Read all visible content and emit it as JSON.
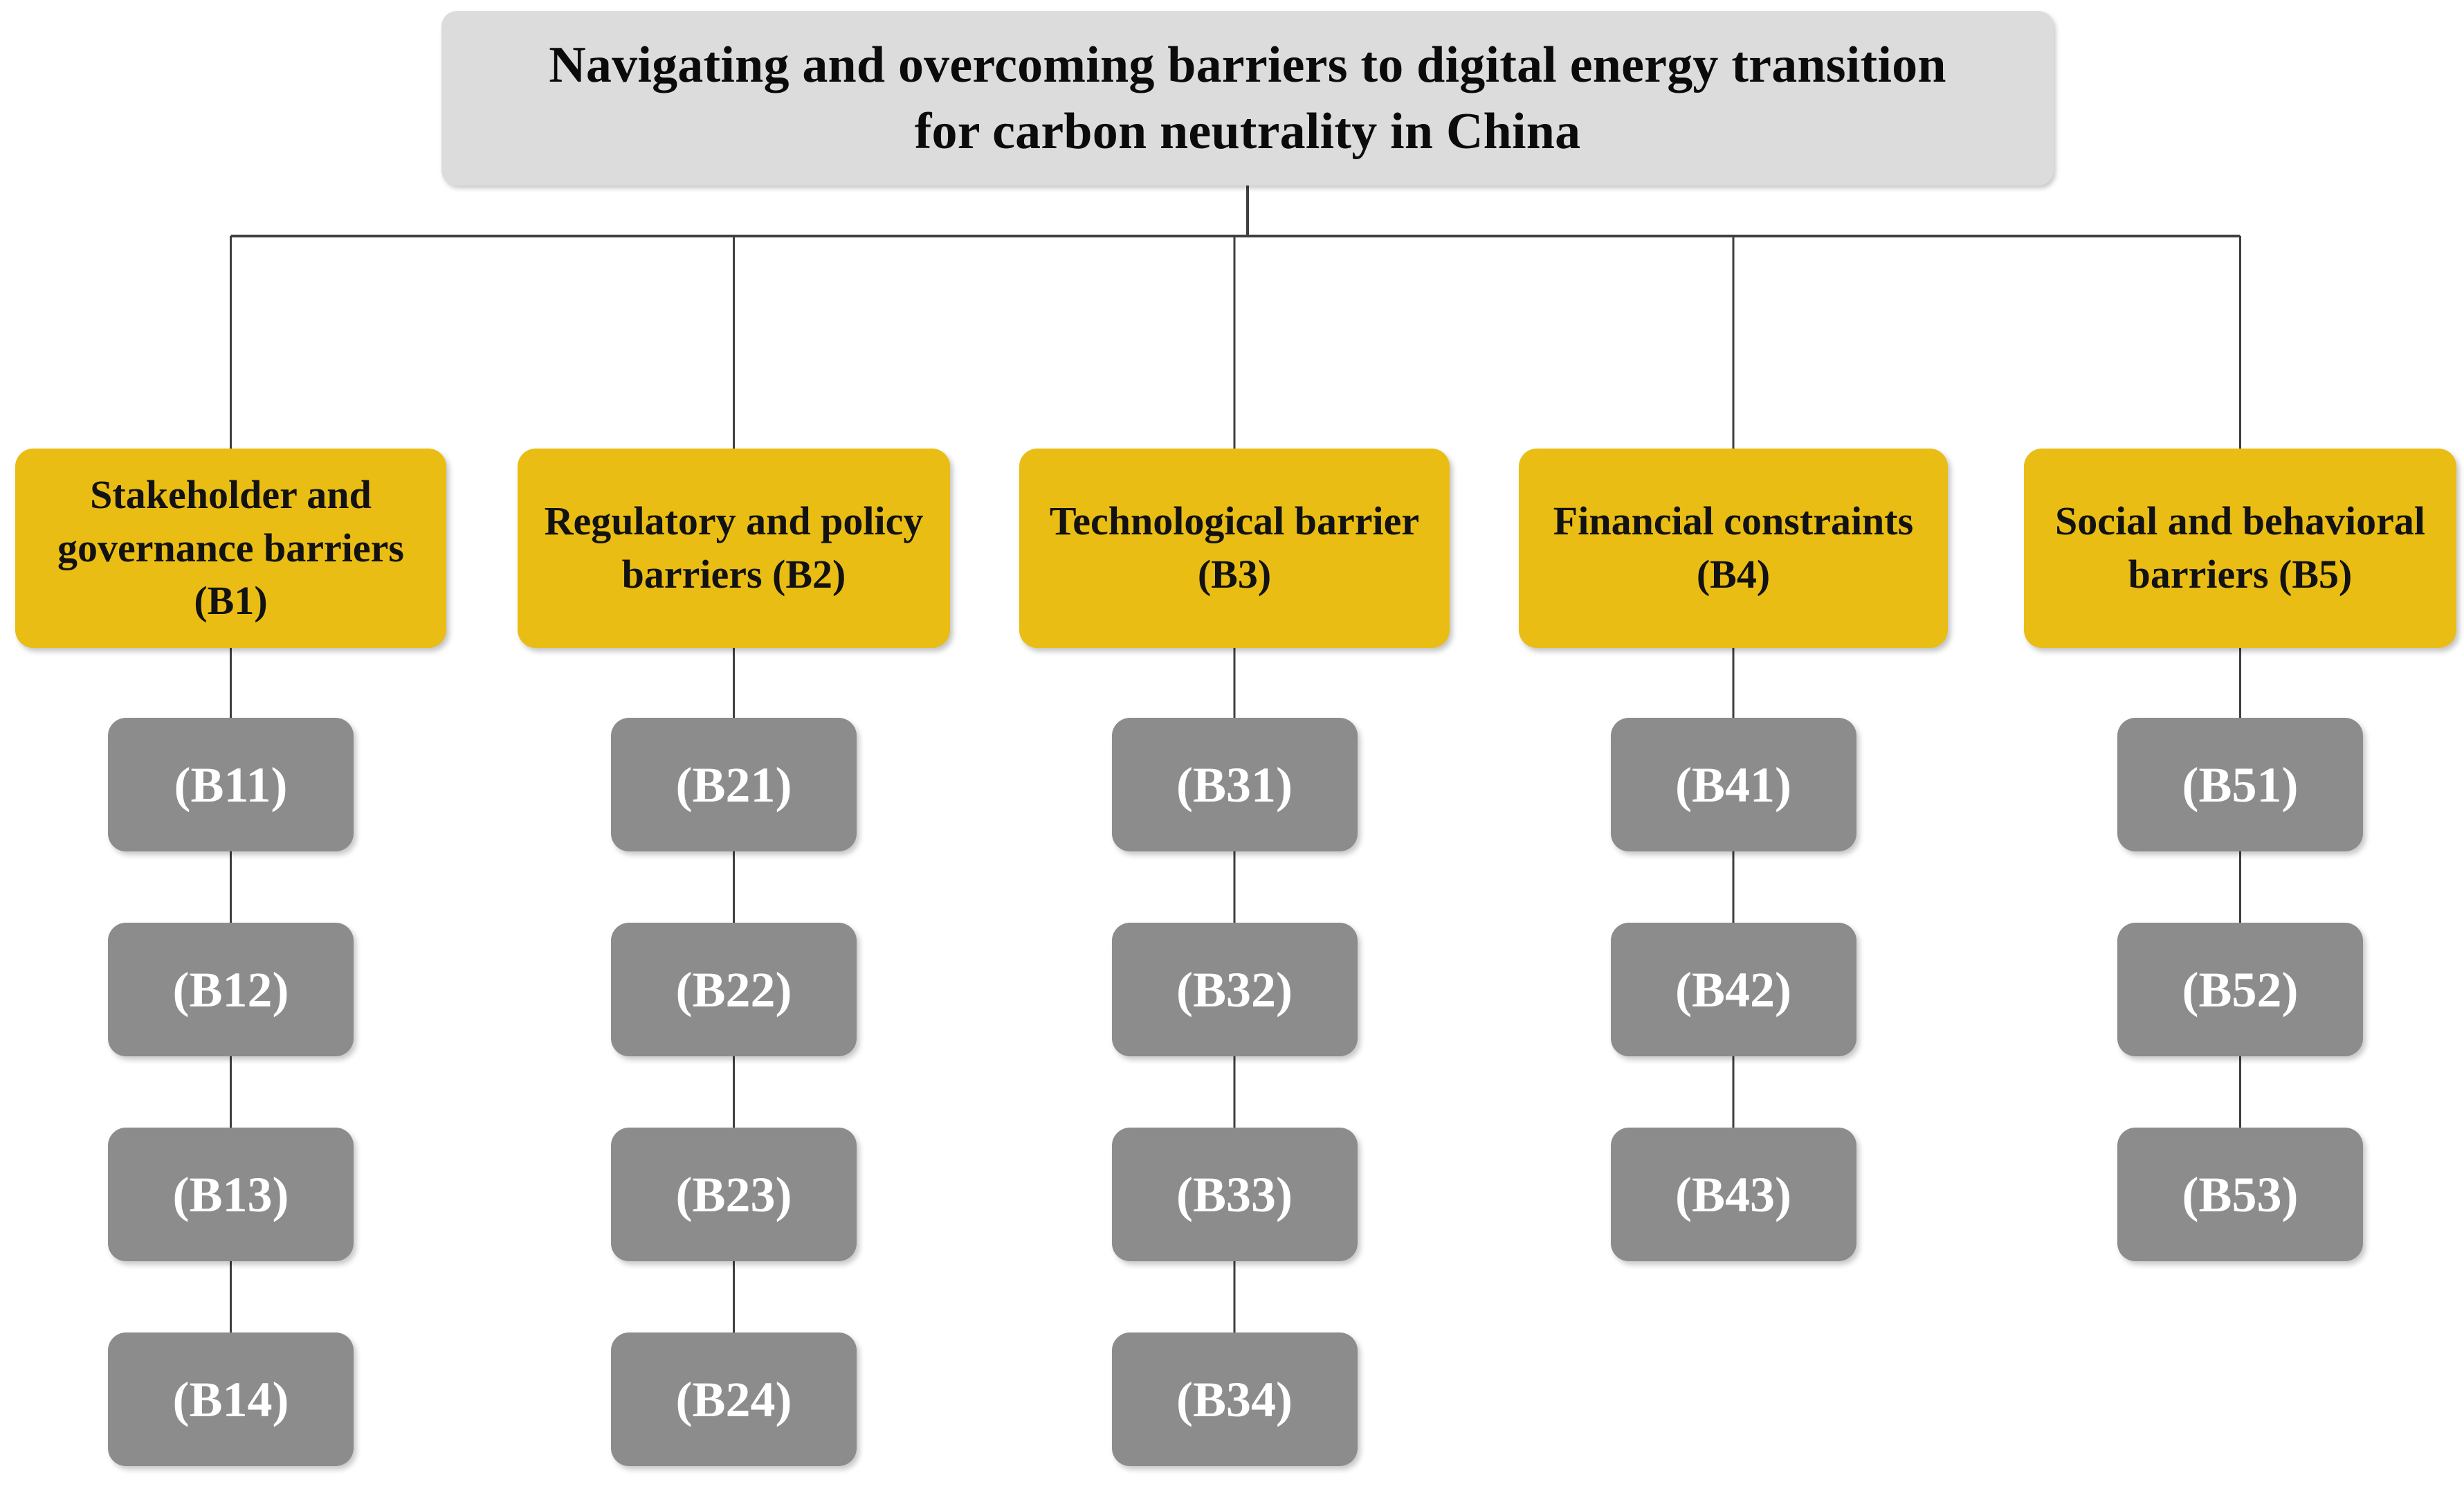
{
  "diagram": {
    "type": "hierarchy-tree",
    "root": {
      "label": "Navigating and overcoming barriers to digital energy transition for carbon neutrality in China",
      "line1": "Navigating and overcoming barriers to digital energy transition",
      "line2": "for carbon neutrality in China",
      "fill_color": "#dcdcdc",
      "text_color": "#0b0b0b"
    },
    "style": {
      "category_fill": "#e9bd14",
      "category_text": "#121212",
      "sub_fill": "#8c8c8c",
      "sub_text": "#ffffff",
      "connector_color": "#3f3f3f",
      "background": "#ffffff"
    },
    "categories": [
      {
        "id": "B1",
        "label": "Stakeholder and governance barriers (B1)",
        "lines": [
          "Stakeholder and",
          "governance barriers",
          "(B1)"
        ],
        "children": [
          {
            "id": "B11",
            "label": "(B11)"
          },
          {
            "id": "B12",
            "label": "(B12)"
          },
          {
            "id": "B13",
            "label": "(B13)"
          },
          {
            "id": "B14",
            "label": "(B14)"
          }
        ]
      },
      {
        "id": "B2",
        "label": "Regulatory and policy barriers (B2)",
        "lines": [
          "Regulatory and policy",
          "barriers (B2)"
        ],
        "children": [
          {
            "id": "B21",
            "label": "(B21)"
          },
          {
            "id": "B22",
            "label": "(B22)"
          },
          {
            "id": "B23",
            "label": "(B23)"
          },
          {
            "id": "B24",
            "label": "(B24)"
          }
        ]
      },
      {
        "id": "B3",
        "label": "Technological barrier (B3)",
        "lines": [
          "Technological barrier",
          "(B3)"
        ],
        "children": [
          {
            "id": "B31",
            "label": "(B31)"
          },
          {
            "id": "B32",
            "label": "(B32)"
          },
          {
            "id": "B33",
            "label": "(B33)"
          },
          {
            "id": "B34",
            "label": "(B34)"
          }
        ]
      },
      {
        "id": "B4",
        "label": "Financial constraints (B4)",
        "lines": [
          "Financial constraints",
          "(B4)"
        ],
        "children": [
          {
            "id": "B41",
            "label": "(B41)"
          },
          {
            "id": "B42",
            "label": "(B42)"
          },
          {
            "id": "B43",
            "label": "(B43)"
          }
        ]
      },
      {
        "id": "B5",
        "label": "Social and behavioral barriers (B5)",
        "lines": [
          "Social and behavioral",
          "barriers (B5)"
        ],
        "children": [
          {
            "id": "B51",
            "label": "(B51)"
          },
          {
            "id": "B52",
            "label": "(B52)"
          },
          {
            "id": "B53",
            "label": "(B53)"
          }
        ]
      }
    ]
  }
}
